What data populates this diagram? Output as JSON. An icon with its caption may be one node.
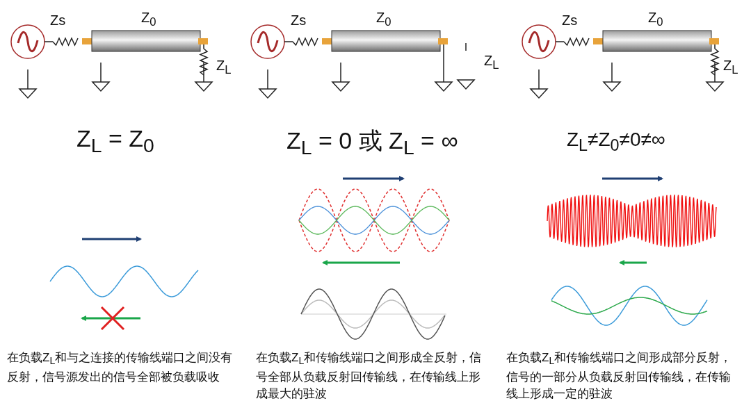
{
  "diagram": {
    "labels": [
      "Zs",
      "Z$_{0}$",
      "Z$_{L}$",
      "Zs",
      "Z$_{0}$",
      "Z$_{L}$",
      "Zs",
      "Z$_{0}$",
      "Z$_{L}$",
      "Z$_{L}$ = Z$_{0}$",
      "Z$_{L}$ = 0 或  Z$_{L}$ = ∞",
      "Z$_{L}$≠Z$_{0}$≠0≠∞",
      "在负载Z$_{L}$和与之连接的传输线端口之间没有反射，信号源发出的信号全部被负载吸收",
      "在负载Z$_{L}$和传输线端口之间形成全反射，信号全部从负载反射回传输线，在传输线上形成最大的驻波",
      "在负载Z$_{L}$和传输线端口之间形成部分反射，信号的一部分从负载反射回传输线，在传输线上形成一定的驻波"
    ]
  }
}
